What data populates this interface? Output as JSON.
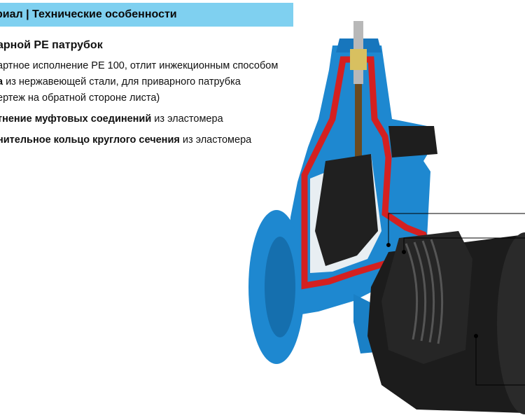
{
  "header": {
    "title": "риал | Технические особенности"
  },
  "items": {
    "pe_heading": "арной PE патрубок",
    "pe_desc_1": "артное исполнение PE 100, отлит инжекционным способом",
    "pe_desc_2_bold": "а",
    "pe_desc_2_rest": " из нержавеющей стали, для приварного патрубка",
    "pe_desc_3": "ертеж на обратной стороне листа)",
    "seal_bold": "тнение муфтовых соединений",
    "seal_rest": " из эластомера",
    "oring_bold": "нительное кольцо круглого сечения",
    "oring_rest": " из эластомера"
  },
  "colors": {
    "header_bg": "#7fd0f0",
    "valve_body": "#1e88d0",
    "cutaway_red": "#d42020",
    "pipe_black": "#1a1a1a"
  }
}
